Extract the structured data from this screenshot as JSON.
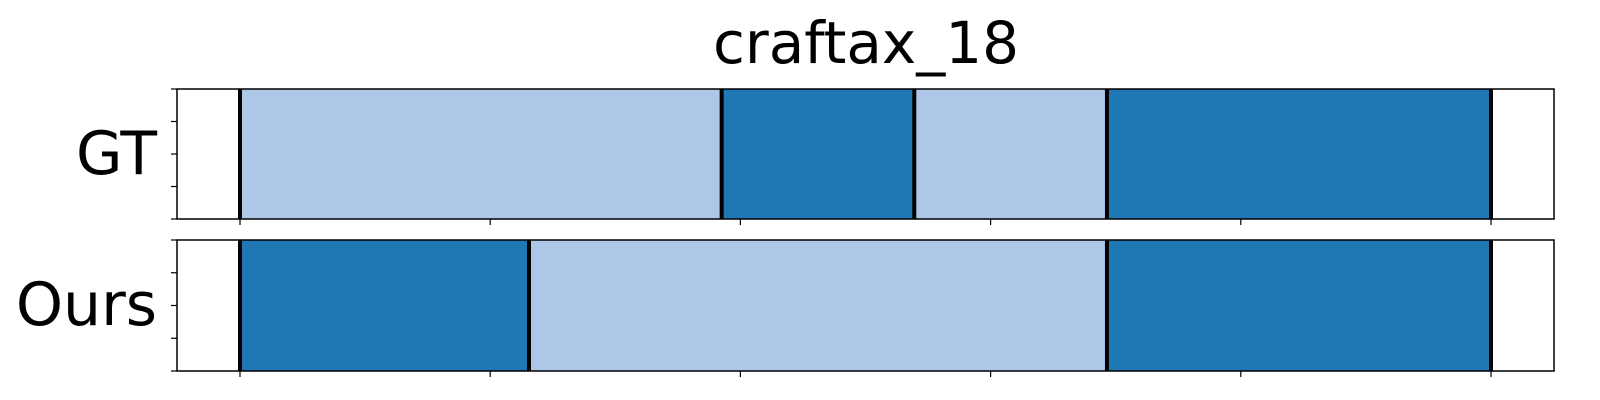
{
  "chart_data": {
    "type": "segmentation-timeline",
    "title": "craftax_18",
    "xlim": [
      0,
      1.05
    ],
    "x_ticks": [
      0,
      0.2,
      0.4,
      0.6,
      0.8,
      1.0
    ],
    "y_ticks_per_row": 5,
    "colors": {
      "light": "#aec7e8",
      "dark": "#1f77b4",
      "boundary": "#000000",
      "frame": "#000000"
    },
    "rows": [
      {
        "label": "GT",
        "segments": [
          {
            "start": 0.0,
            "end": 0.385,
            "class": "light"
          },
          {
            "start": 0.385,
            "end": 0.539,
            "class": "dark"
          },
          {
            "start": 0.539,
            "end": 0.693,
            "class": "light"
          },
          {
            "start": 0.693,
            "end": 1.0,
            "class": "dark"
          }
        ]
      },
      {
        "label": "Ours",
        "segments": [
          {
            "start": 0.0,
            "end": 0.231,
            "class": "dark"
          },
          {
            "start": 0.231,
            "end": 0.693,
            "class": "light"
          },
          {
            "start": 0.693,
            "end": 1.0,
            "class": "dark"
          }
        ]
      }
    ]
  }
}
